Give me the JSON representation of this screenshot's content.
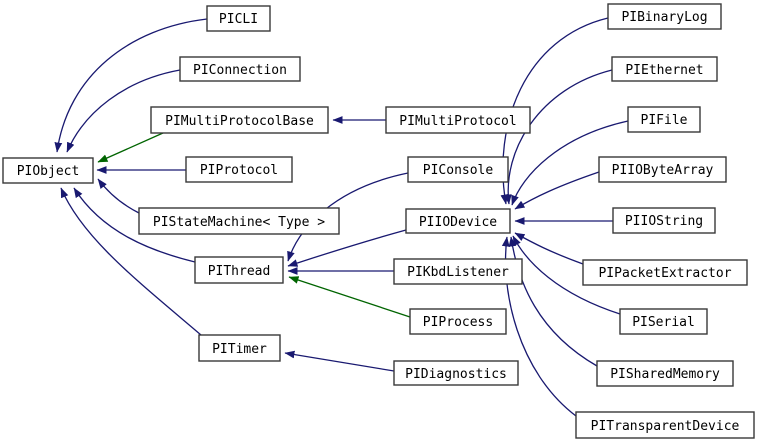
{
  "diagram": {
    "kind": "class-inheritance-graph",
    "nodes": {
      "PIObject": {
        "label": "PIObject"
      },
      "PICLI": {
        "label": "PICLI"
      },
      "PIConnection": {
        "label": "PIConnection"
      },
      "PIMultiProtocolBase": {
        "label": "PIMultiProtocolBase"
      },
      "PIMultiProtocol": {
        "label": "PIMultiProtocol"
      },
      "PIProtocol": {
        "label": "PIProtocol"
      },
      "PIStateMachine": {
        "label": "PIStateMachine< Type >"
      },
      "PIThread": {
        "label": "PIThread"
      },
      "PITimer": {
        "label": "PITimer"
      },
      "PIConsole": {
        "label": "PIConsole"
      },
      "PIIODevice": {
        "label": "PIIODevice"
      },
      "PIKbdListener": {
        "label": "PIKbdListener"
      },
      "PIProcess": {
        "label": "PIProcess"
      },
      "PIDiagnostics": {
        "label": "PIDiagnostics"
      },
      "PIBinaryLog": {
        "label": "PIBinaryLog"
      },
      "PIEthernet": {
        "label": "PIEthernet"
      },
      "PIFile": {
        "label": "PIFile"
      },
      "PIIOByteArray": {
        "label": "PIIOByteArray"
      },
      "PIIOString": {
        "label": "PIIOString"
      },
      "PIPacketExtractor": {
        "label": "PIPacketExtractor"
      },
      "PISerial": {
        "label": "PISerial"
      },
      "PISharedMemory": {
        "label": "PISharedMemory"
      },
      "PITransparentDevice": {
        "label": "PITransparentDevice"
      }
    },
    "edges": [
      {
        "from": "PICLI",
        "to": "PIObject",
        "relation": "public"
      },
      {
        "from": "PIConnection",
        "to": "PIObject",
        "relation": "public"
      },
      {
        "from": "PIMultiProtocolBase",
        "to": "PIObject",
        "relation": "protected"
      },
      {
        "from": "PIProtocol",
        "to": "PIObject",
        "relation": "public"
      },
      {
        "from": "PIStateMachine",
        "to": "PIObject",
        "relation": "public"
      },
      {
        "from": "PIThread",
        "to": "PIObject",
        "relation": "public"
      },
      {
        "from": "PITimer",
        "to": "PIObject",
        "relation": "public"
      },
      {
        "from": "PIMultiProtocol",
        "to": "PIMultiProtocolBase",
        "relation": "public"
      },
      {
        "from": "PIConsole",
        "to": "PIThread",
        "relation": "public"
      },
      {
        "from": "PIIODevice",
        "to": "PIThread",
        "relation": "public"
      },
      {
        "from": "PIKbdListener",
        "to": "PIThread",
        "relation": "public"
      },
      {
        "from": "PIProcess",
        "to": "PIThread",
        "relation": "protected"
      },
      {
        "from": "PIBinaryLog",
        "to": "PIIODevice",
        "relation": "public"
      },
      {
        "from": "PIEthernet",
        "to": "PIIODevice",
        "relation": "public"
      },
      {
        "from": "PIFile",
        "to": "PIIODevice",
        "relation": "public"
      },
      {
        "from": "PIIOByteArray",
        "to": "PIIODevice",
        "relation": "public"
      },
      {
        "from": "PIIOString",
        "to": "PIIODevice",
        "relation": "public"
      },
      {
        "from": "PIPacketExtractor",
        "to": "PIIODevice",
        "relation": "public"
      },
      {
        "from": "PISerial",
        "to": "PIIODevice",
        "relation": "public"
      },
      {
        "from": "PISharedMemory",
        "to": "PIIODevice",
        "relation": "public"
      },
      {
        "from": "PITransparentDevice",
        "to": "PIIODevice",
        "relation": "public"
      },
      {
        "from": "PIDiagnostics",
        "to": "PITimer",
        "relation": "public"
      }
    ],
    "colors": {
      "public_edge": "#191970",
      "protected_edge": "#006400",
      "node_border": "#383838",
      "node_fill": "#ffffff",
      "node_text": "#000000",
      "background": "#ffffff"
    }
  }
}
